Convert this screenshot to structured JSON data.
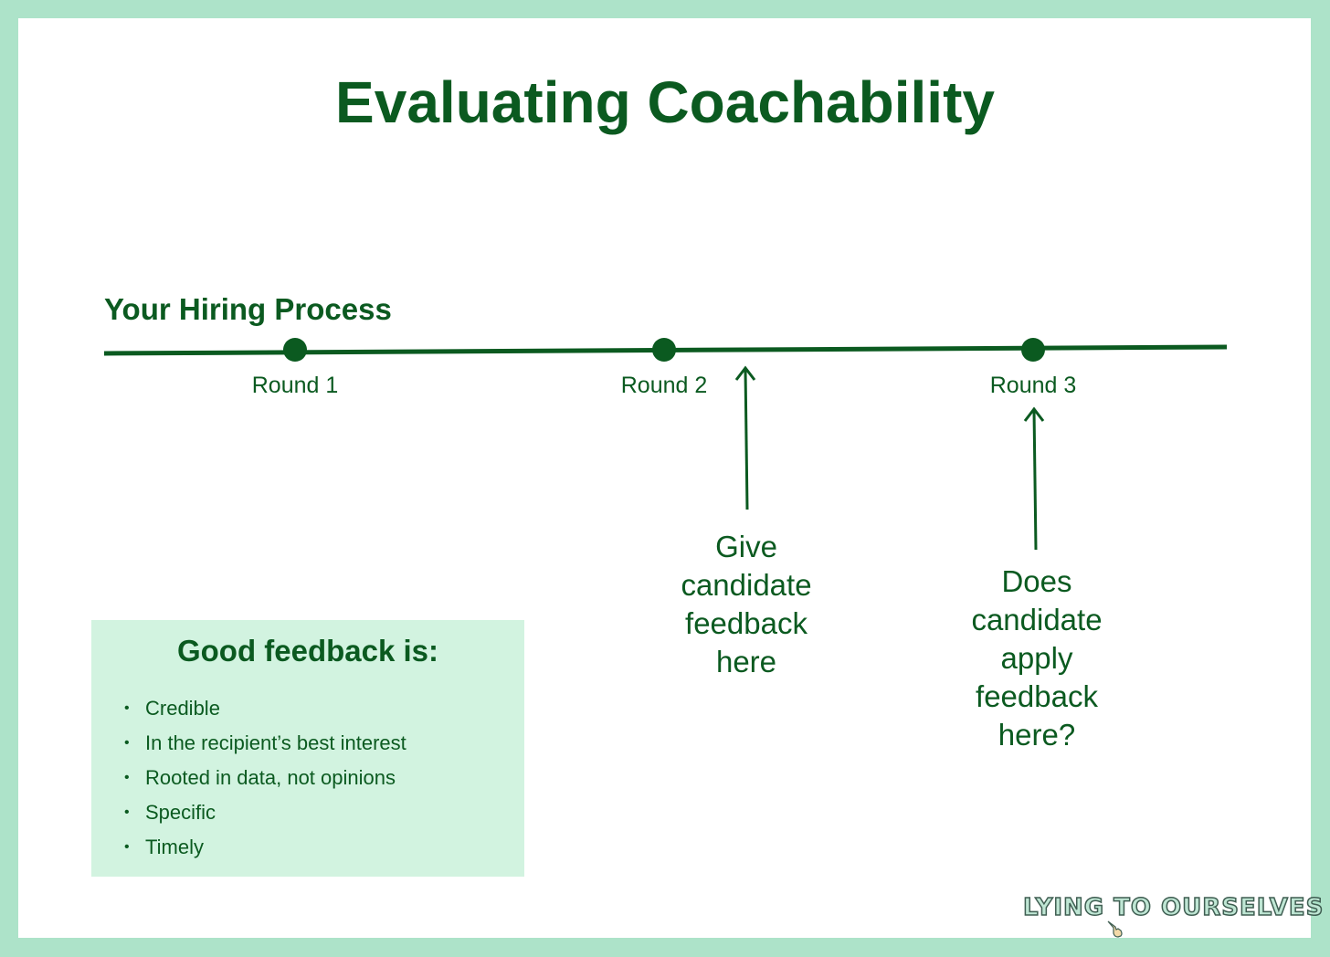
{
  "title": "Evaluating Coachability",
  "timeline": {
    "label": "Your Hiring Process",
    "rounds": [
      "Round 1",
      "Round 2",
      "Round 3"
    ]
  },
  "notes": {
    "give_feedback": "Give\ncandidate\nfeedback\nhere",
    "apply_feedback": "Does\ncandidate\napply\nfeedback\nhere?"
  },
  "feedback_box": {
    "title": "Good feedback is:",
    "items": [
      "Credible",
      "In the recipient’s best interest",
      "Rooted in data, not opinions",
      "Specific",
      "Timely"
    ]
  },
  "logo": {
    "text": "LYING TO OURSELVES"
  },
  "colors": {
    "border": "#ade3c9",
    "primary": "#0b5a20",
    "box_fill": "#d2f3e0"
  }
}
